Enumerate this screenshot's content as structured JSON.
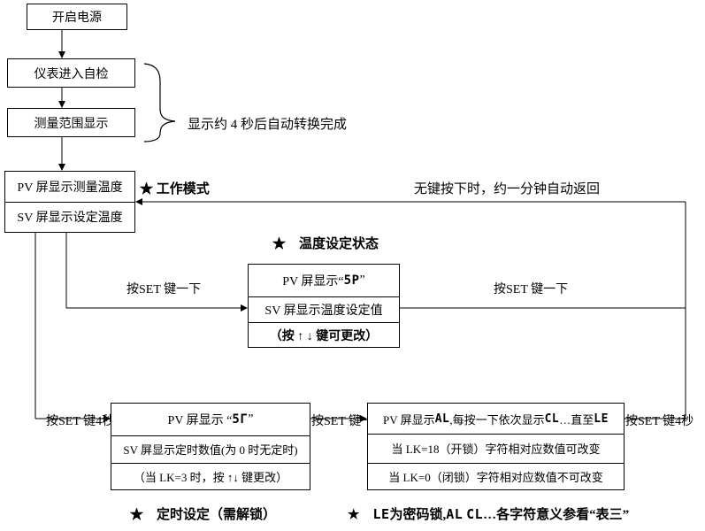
{
  "flow": {
    "power_on": "开启电源",
    "self_check": "仪表进入自检",
    "range_display": "测量范围显示",
    "auto_switch_note": "显示约 4 秒后自动转换完成",
    "auto_return_note": "无键按下时，约一分钟自动返回",
    "work_mode": {
      "title": "★ 工作模式",
      "pv": "PV 屏显示测量温度",
      "sv": "SV 屏显示设定温度"
    },
    "temp_setting": {
      "title": "★　温度设定状态",
      "pv_prefix": "PV 屏显示“",
      "pv_value": "5P",
      "pv_suffix": "”",
      "sv": "SV 屏显示温度设定值",
      "note": "（按 ↑ ↓ 键可更改）"
    },
    "timer_setting": {
      "pv_prefix": "PV 屏显示 “",
      "pv_value": "5Γ",
      "pv_suffix": "”",
      "sv": "SV 屏显示定时数值(为 0 时无定时)",
      "note": "（当 LK=3 时，按 ↑↓ 键更改）",
      "caption": "★　定时设定（需解锁）"
    },
    "lock_setting": {
      "pv_prefix": "PV 屏显示",
      "pv_value1": "AL",
      "pv_mid1": ",每按一下依次显示",
      "pv_value2": "CL",
      "pv_mid2": "…直至",
      "pv_value3": "LE",
      "unlock_line": "当 LK=18（开锁）字符相对应数值可改变",
      "lock_line": "当 LK=0（闭锁）字符相对应数值不可改变"
    },
    "lock_caption": {
      "star": "★　",
      "v1": "LE",
      "t1": "为密码锁,",
      "v2": "AL",
      "sp": " ",
      "v3": "CL",
      "t2": "…各字符意义参看“表三”"
    },
    "labels": {
      "set_once_left": "按SET 键一下",
      "set_once_right": "按SET 键一下",
      "set_4s_left": "按SET 键4秒",
      "set_once_bottom": "按SET 键一下",
      "set_4s_right": "按SET 键4秒"
    }
  }
}
